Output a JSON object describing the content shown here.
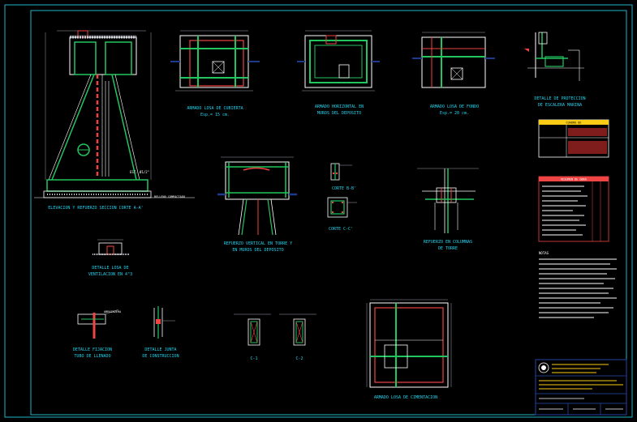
{
  "colors": {
    "background": "#000000",
    "border": "#1fb3c8",
    "frame_line": "#ffffff",
    "rebar": "#22c55e",
    "title_text": "#22d3ee",
    "dimension": "#9ca3af",
    "hatch": "#d1d5db",
    "red": "#ef4444",
    "blue": "#1e3a8a",
    "table_yellow": "#facc15",
    "water": "#ef4444"
  },
  "details": {
    "elevacion": {
      "line1": "ELEVACION Y REFUERZO SECCION CORTE A-A'"
    },
    "losa_cubierta": {
      "line1": "ARMADO LOSA DE CUBIERTA",
      "line2": "Esp.= 15 cm."
    },
    "muros": {
      "line1": "ARMADO HORIZONTAL EN",
      "line2": "MUROS DEL DEPOSITO"
    },
    "losa_fondo": {
      "line1": "ARMADO LOSA DE FONDO",
      "line2": "Esp.= 20 cm."
    },
    "proteccion": {
      "line1": "DETALLE DE PROTECCION",
      "line2": "DE ESCALERA MARINA"
    },
    "refuerzo_vertical": {
      "line1": "REFUERZO VERTICAL EN TORRE Y",
      "line2": "EN MUROS DEL DEPOSITO"
    },
    "corte_bb": {
      "line1": "CORTE B-B'"
    },
    "corte_cc": {
      "line1": "CORTE C-C'"
    },
    "columnas": {
      "line1": "REFUERZO EN COLUMNAS",
      "line2": "DE TORRE"
    },
    "ventilacion": {
      "line1": "DETALLE LOSA DE",
      "line2": "VENTILACION EN 4\"3"
    },
    "fijacion": {
      "line1": "DETALLE FIJACION",
      "line2": "TUBO DE LLENADO"
    },
    "junta": {
      "line1": "DETALLE JUNTA",
      "line2": "DE CONSTRUCCION"
    },
    "c1": {
      "line1": "C-1"
    },
    "c2": {
      "line1": "C-2"
    },
    "cimentacion": {
      "line1": "ARMADO LOSA DE CIMENTACION"
    }
  },
  "tables": {
    "cuadro_title": "CUADRO DE",
    "resumen_title": "RESUMEN DE OBRA",
    "notas_title": "NOTAS"
  }
}
